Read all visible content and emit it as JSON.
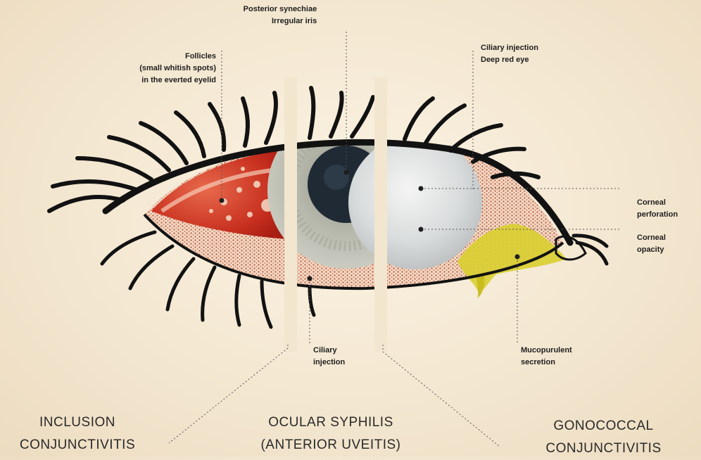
{
  "labels": {
    "posterior": [
      "Posterior synechiae",
      "Irregular iris"
    ],
    "follicles": [
      "Follicles",
      "(small whitish spots)",
      "in the everted eyelid"
    ],
    "ciliary_top": [
      "Ciliary injection",
      "Deep red eye"
    ],
    "corneal_perforation": [
      "Corneal",
      "perforation"
    ],
    "corneal_opacity": [
      "Corneal",
      "opacity"
    ],
    "ciliary_bottom": [
      "Ciliary",
      "injection"
    ],
    "mucopurulent": [
      "Mucopurulent",
      "secretion"
    ]
  },
  "titles": {
    "inclusion": [
      "INCLUSION",
      "CONJUNCTIVITIS"
    ],
    "syphilis": [
      "OCULAR SYPHILIS",
      "(ANTERIOR UVEITIS)"
    ],
    "gonococcal": [
      "GONOCOCCAL",
      "CONJUNCTIVITIS"
    ]
  },
  "colors": {
    "background": "#f3e6cf",
    "inflamed_red": "#d6452e",
    "iris_gray": "#b9b9ae",
    "pupil": "#1f2a35",
    "secretion": "#e0d23a",
    "ink": "#1e1e1e"
  }
}
